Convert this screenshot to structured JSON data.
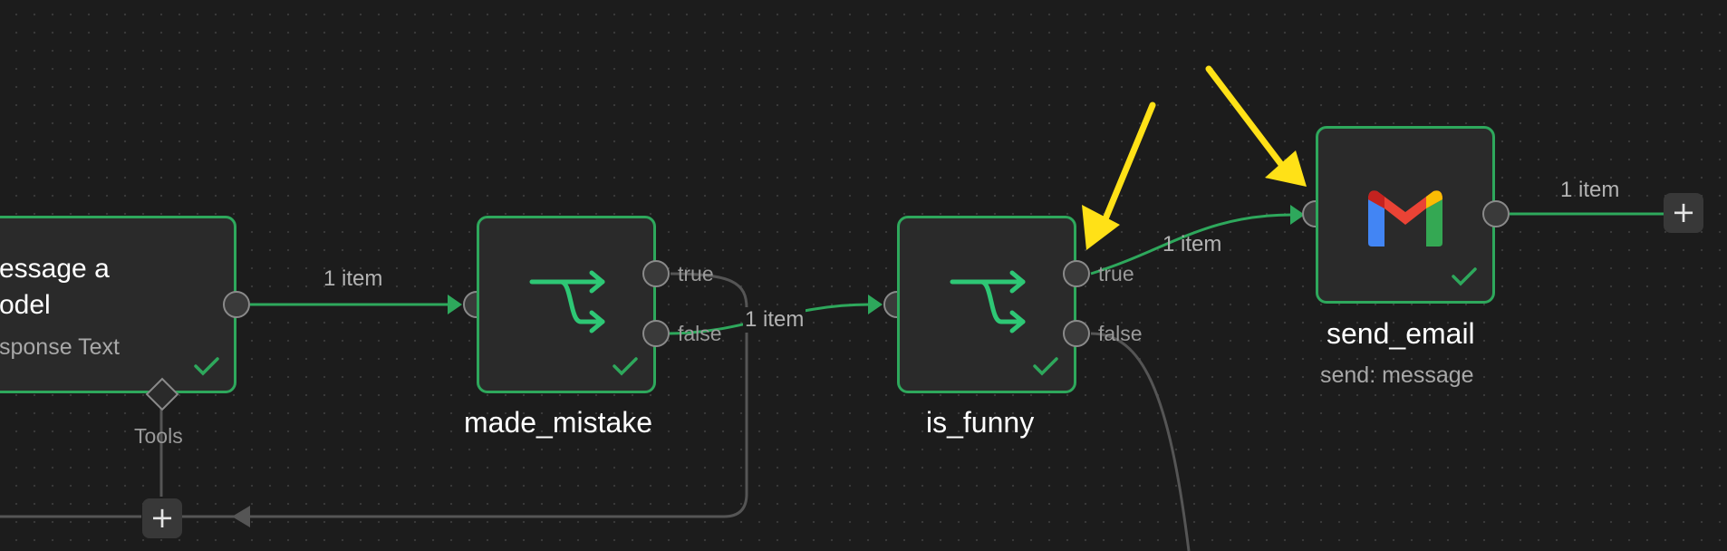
{
  "canvas": {
    "accent_color": "#2ea85c",
    "annotation_color": "#ffe117"
  },
  "nodes": {
    "ai_agent": {
      "title_line1": "essage a",
      "title_line2": "odel",
      "subtitle": "sponse Text",
      "tools_label": "Tools",
      "status_icon": "check-icon"
    },
    "made_mistake": {
      "title": "made_mistake",
      "icon": "if-branch-icon",
      "true_label": "true",
      "false_label": "false",
      "status_icon": "check-icon"
    },
    "is_funny": {
      "title": "is_funny",
      "icon": "if-branch-icon",
      "true_label": "true",
      "false_label": "false",
      "status_icon": "check-icon"
    },
    "send_email": {
      "title": "send_email",
      "subtitle": "send: message",
      "icon": "gmail-icon",
      "status_icon": "check-icon"
    }
  },
  "edges": {
    "agent_to_made_mistake": "1 item",
    "made_mistake_false_to_is_funny": "1 item",
    "is_funny_true_to_send_email": "1 item",
    "send_email_output": "1 item"
  },
  "buttons": {
    "add_after_send_email": "+",
    "add_tool": "+"
  }
}
